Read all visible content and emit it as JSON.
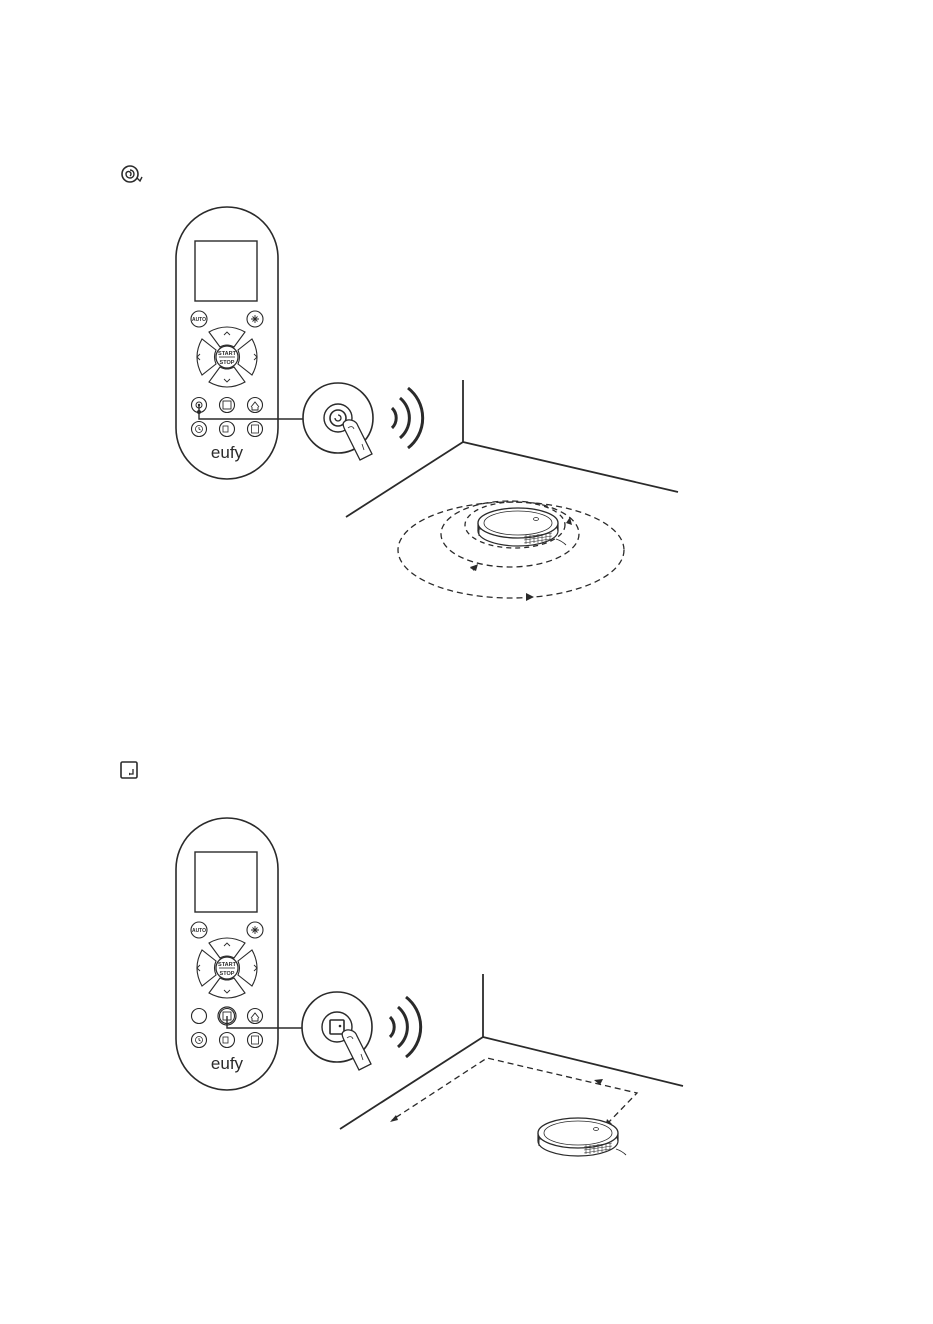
{
  "remote": {
    "auto_label": "AUTO",
    "start_label": "START",
    "stop_label": "STOP",
    "brand": "eufy"
  },
  "sections": [
    {
      "mode": "spot",
      "mode_icon": "spot-spiral-icon",
      "highlighted_button": "spot-button"
    },
    {
      "mode": "edge",
      "mode_icon": "edge-cleaning-icon",
      "highlighted_button": "edge-button"
    }
  ]
}
